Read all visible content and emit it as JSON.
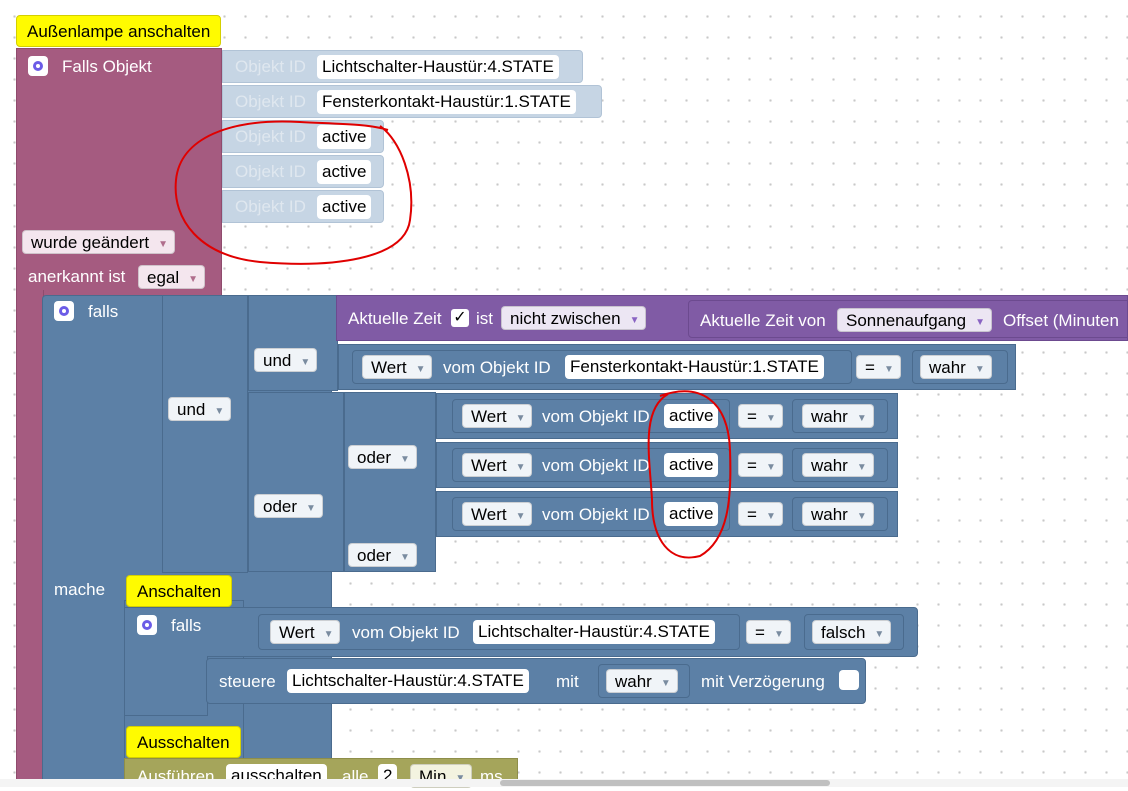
{
  "trigger": {
    "hat_label": "Außenlampe anschalten",
    "falls_objekt": "Falls Objekt",
    "objekt_id_label": "Objekt ID",
    "ids": [
      "Lichtschalter-Haustür:4.STATE",
      "Fensterkontakt-Haustür:1.STATE",
      "active",
      "active",
      "active"
    ],
    "wurde_geaendert": "wurde geändert",
    "anerkannt_ist": "anerkannt ist",
    "egal": "egal"
  },
  "if_block": {
    "falls": "falls",
    "mache": "mache",
    "und": "und",
    "oder": "oder",
    "aktuelle_zeit": "Aktuelle Zeit",
    "check": "✓",
    "ist": "ist",
    "nicht_zwischen": "nicht zwischen",
    "aktuelle_zeit_von": "Aktuelle Zeit von",
    "sonnenaufgang": "Sonnenaufgang",
    "offset": "Offset (Minuten",
    "wert": "Wert",
    "vom_objekt_id": "vom Objekt ID",
    "fensterkontakt": "Fensterkontakt-Haustür:1.STATE",
    "active": "active",
    "eq": "=",
    "wahr": "wahr",
    "falsch": "falsch"
  },
  "inner": {
    "anschalten": "Anschalten",
    "falls": "falls",
    "mache": "mache",
    "lichtschalter": "Lichtschalter-Haustür:4.STATE",
    "steuere": "steuere",
    "mit": "mit",
    "mit_verzoegerung": "mit Verzögerung",
    "ausschalten_hat": "Ausschalten",
    "ausfuehren": "Ausführen",
    "ausschalten": "ausschalten",
    "alle": "alle",
    "interval": "2",
    "min": "Min",
    "ms": "ms"
  },
  "colors": {
    "trigger_block": "#a55b80",
    "logic_block": "#5c80a6",
    "time_block": "#805ba5",
    "hat": "#fffb00",
    "annotation": "#e00000"
  }
}
